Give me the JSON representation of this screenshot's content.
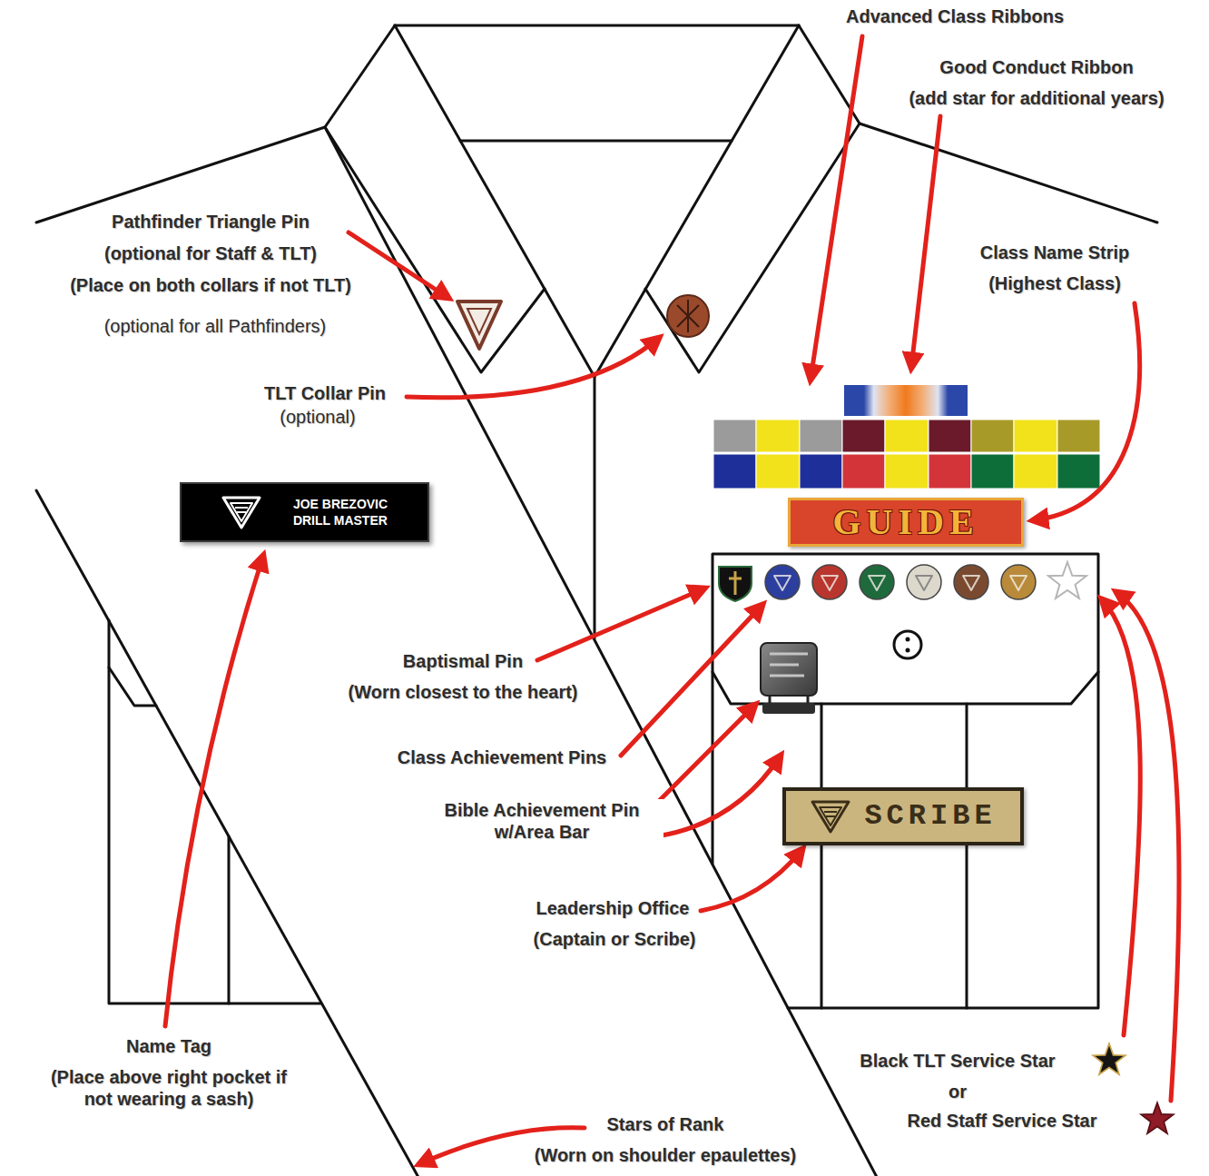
{
  "diagram": {
    "nodes": [
      {
        "text": [
          "JOE BREZOVIC",
          "DRILL MASTER"
        ]
      },
      {
        "text": [
          "GUIDE"
        ]
      },
      {
        "text": [
          "SCRIBE"
        ]
      }
    ],
    "labels": [
      "Advanced Class Ribbons",
      "Good Conduct Ribbon",
      "(add star for additional years)",
      "Pathfinder Triangle Pin",
      "(optional for Staff & TLT)",
      "(Place on both collars if not TLT)",
      "(optional for all Pathfinders)",
      "Class Name Strip",
      "(Highest Class)",
      "TLT Collar Pin",
      "(optional)",
      "Baptismal Pin",
      "(Worn closest to the heart)",
      "Class Achievement Pins",
      "Bible Achievement Pin w/Area Bar",
      "Leadership Office",
      "(Captain or Scribe)",
      "Name Tag",
      "(Place above right pocket if not wearing a sash)",
      "Black TLT Service Star",
      "or",
      "Red Staff Service Star",
      "Stars of Rank",
      "(Worn on shoulder epaulettes)"
    ]
  }
}
